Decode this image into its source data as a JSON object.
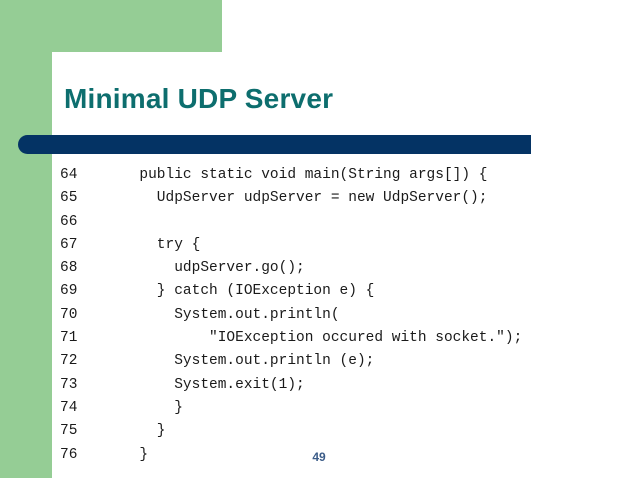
{
  "slide": {
    "title": "Minimal UDP Server",
    "page_number": "49",
    "colors": {
      "green_panel": "#95cd95",
      "title_text": "#0d6e6e",
      "title_bar": "#043364",
      "code_text": "#1a1a1a",
      "page_number": "#3b5c88",
      "background": "#ffffff"
    }
  },
  "code": {
    "language": "java",
    "lines": [
      {
        "number": "64",
        "source": "  public static void main(String args[]) {"
      },
      {
        "number": "65",
        "source": "    UdpServer udpServer = new UdpServer();"
      },
      {
        "number": "66",
        "source": ""
      },
      {
        "number": "67",
        "source": "    try {"
      },
      {
        "number": "68",
        "source": "      udpServer.go();"
      },
      {
        "number": "69",
        "source": "    } catch (IOException e) {"
      },
      {
        "number": "70",
        "source": "      System.out.println("
      },
      {
        "number": "71",
        "source": "          \"IOException occured with socket.\");"
      },
      {
        "number": "72",
        "source": "      System.out.println (e);"
      },
      {
        "number": "73",
        "source": "      System.exit(1);"
      },
      {
        "number": "74",
        "source": "      }"
      },
      {
        "number": "75",
        "source": "    }"
      },
      {
        "number": "76",
        "source": "  }"
      }
    ]
  }
}
